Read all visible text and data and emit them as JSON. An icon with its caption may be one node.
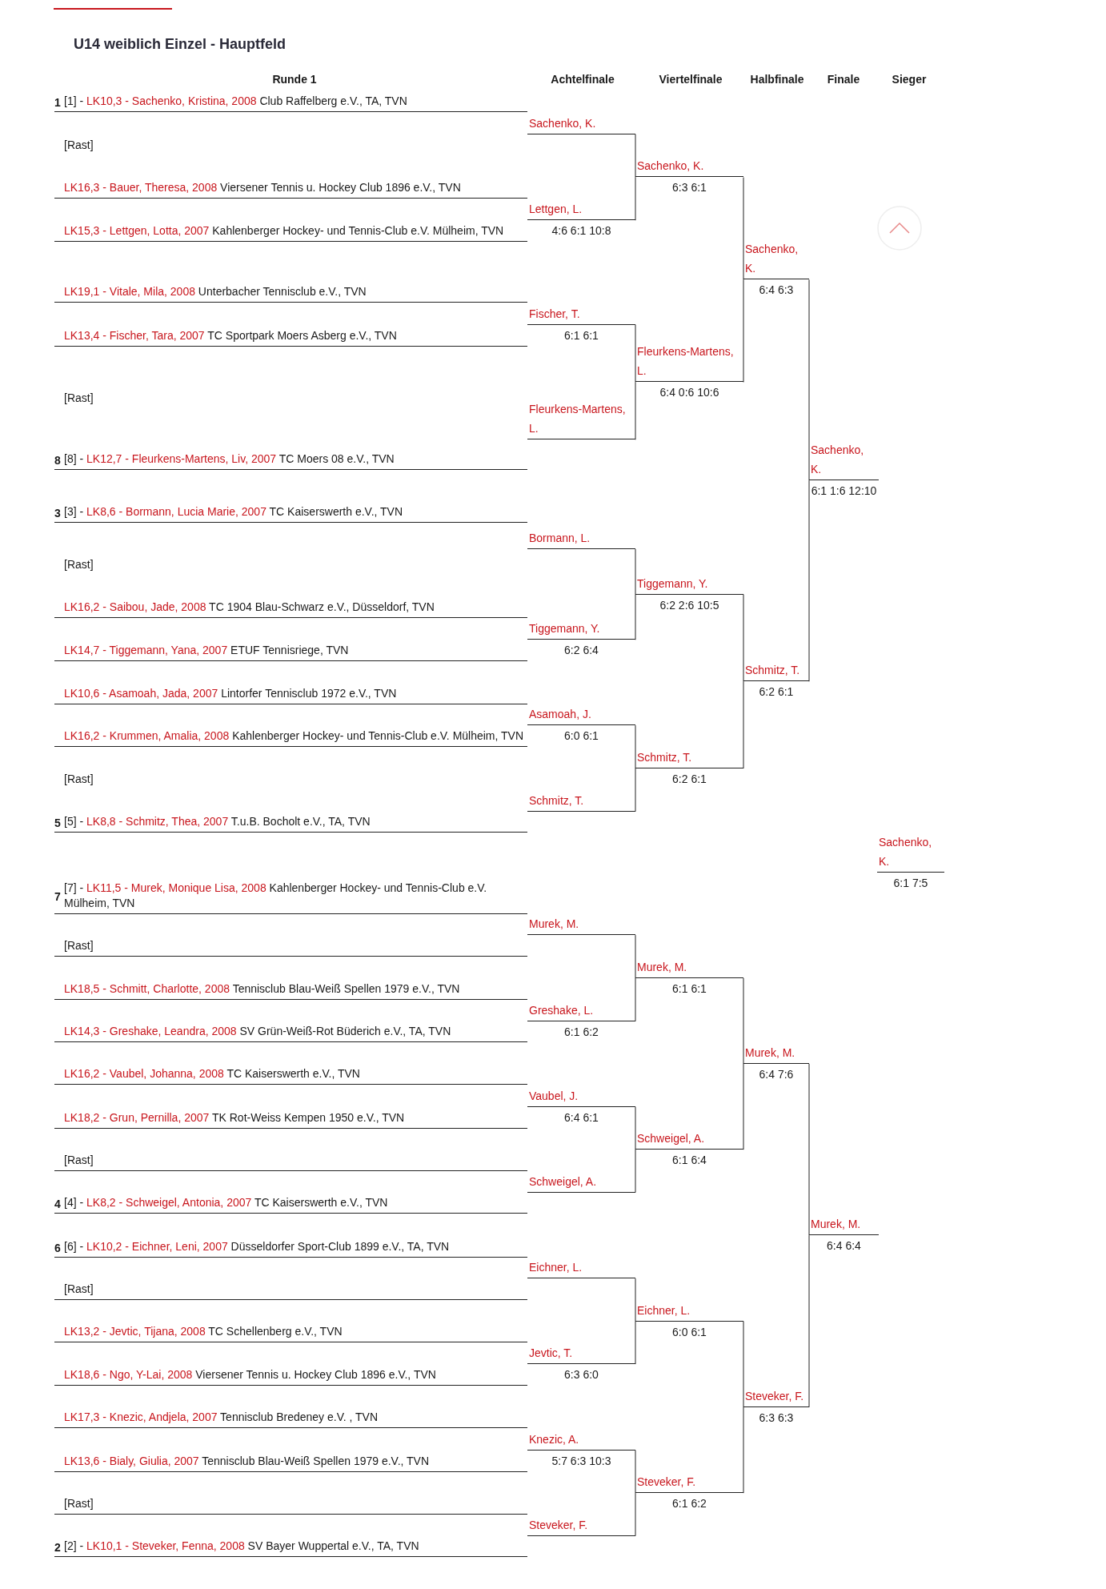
{
  "diagram": {
    "title": "U14 weiblich Einzel - Hauptfeld",
    "nodes": [
      {
        "text": [
          "1",
          "[1] -",
          "LK10,3 - Sachenko, Kristina, 2008",
          "Club Raffelberg e.V., TA, TVN"
        ]
      },
      {
        "text": [
          "[Rast]"
        ]
      },
      {
        "text": [
          "LK16,3 - Bauer, Theresa, 2008",
          "Viersener Tennis u. Hockey Club 1896 e.V., TVN"
        ]
      },
      {
        "text": [
          "LK15,3 - Lettgen, Lotta, 2007",
          "Kahlenberger Hockey- und Tennis-Club e.V. Mülheim, TVN"
        ]
      },
      {
        "text": [
          "LK19,1 - Vitale, Mila, 2008",
          "Unterbacher Tennisclub e.V., TVN"
        ]
      },
      {
        "text": [
          "LK13,4 - Fischer, Tara, 2007",
          "TC Sportpark Moers Asberg e.V., TVN"
        ]
      },
      {
        "text": [
          "[Rast]"
        ]
      },
      {
        "text": [
          "8",
          "[8] -",
          "LK12,7 - Fleurkens-Martens, Liv, 2007",
          "TC Moers 08 e.V., TVN"
        ]
      },
      {
        "text": [
          "3",
          "[3] -",
          "LK8,6 - Bormann, Lucia Marie, 2007",
          "TC Kaiserswerth e.V., TVN"
        ]
      },
      {
        "text": [
          "[Rast]"
        ]
      },
      {
        "text": [
          "LK16,2 - Saibou, Jade, 2008",
          "TC 1904 Blau-Schwarz e.V., Düsseldorf, TVN"
        ]
      },
      {
        "text": [
          "LK14,7 - Tiggemann, Yana, 2007",
          "ETUF Tennisriege, TVN"
        ]
      },
      {
        "text": [
          "LK10,6 - Asamoah, Jada, 2007",
          "Lintorfer Tennisclub 1972 e.V., TVN"
        ]
      },
      {
        "text": [
          "LK16,2 - Krummen, Amalia, 2008",
          "Kahlenberger Hockey- und Tennis-Club e.V. Mülheim, TVN"
        ]
      },
      {
        "text": [
          "[Rast]"
        ]
      },
      {
        "text": [
          "5",
          "[5] -",
          "LK8,8 - Schmitz, Thea, 2007",
          "T.u.B. Bocholt e.V., TA, TVN"
        ]
      },
      {
        "text": [
          "7",
          "[7] -",
          "LK11,5 - Murek, Monique Lisa, 2008",
          "Kahlenberger Hockey- und Tennis-Club e.V. Mülheim, TVN"
        ]
      },
      {
        "text": [
          "[Rast]"
        ]
      },
      {
        "text": [
          "LK18,5 - Schmitt, Charlotte, 2008",
          "Tennisclub Blau-Weiß Spellen 1979 e.V., TVN"
        ]
      },
      {
        "text": [
          "LK14,3 - Greshake, Leandra, 2008",
          "SV Grün-Weiß-Rot Büderich e.V., TA, TVN"
        ]
      },
      {
        "text": [
          "LK16,2 - Vaubel, Johanna, 2008",
          "TC Kaiserswerth e.V., TVN"
        ]
      },
      {
        "text": [
          "LK18,2 - Grun, Pernilla, 2007",
          "TK Rot-Weiss Kempen 1950 e.V., TVN"
        ]
      },
      {
        "text": [
          "[Rast]"
        ]
      },
      {
        "text": [
          "4",
          "[4] -",
          "LK8,2 - Schweigel, Antonia, 2007",
          "TC Kaiserswerth e.V., TVN"
        ]
      },
      {
        "text": [
          "6",
          "[6] -",
          "LK10,2 - Eichner, Leni, 2007",
          "Düsseldorfer Sport-Club 1899 e.V., TA, TVN"
        ]
      },
      {
        "text": [
          "[Rast]"
        ]
      },
      {
        "text": [
          "LK13,2 - Jevtic, Tijana, 2008",
          "TC Schellenberg e.V., TVN"
        ]
      },
      {
        "text": [
          "LK18,6 - Ngo, Y-Lai, 2008",
          "Viersener Tennis u. Hockey Club 1896 e.V., TVN"
        ]
      },
      {
        "text": [
          "LK17,3 - Knezic, Andjela, 2007",
          "Tennisclub Bredeney e.V. , TVN"
        ]
      },
      {
        "text": [
          "LK13,6 - Bialy, Giulia, 2007",
          "Tennisclub Blau-Weiß Spellen 1979 e.V., TVN"
        ]
      },
      {
        "text": [
          "[Rast]"
        ]
      },
      {
        "text": [
          "2",
          "[2] -",
          "LK10,1 - Steveker, Fenna, 2008",
          "SV Bayer Wuppertal e.V., TA, TVN"
        ]
      },
      {
        "text": [
          "Sachenko, K."
        ]
      },
      {
        "text": [
          "Lettgen, L."
        ],
        "beside": [
          "4:6 6:1 10:8"
        ]
      },
      {
        "text": [
          "Fischer, T."
        ],
        "beside": [
          "6:1 6:1"
        ]
      },
      {
        "text": [
          "Fleurkens-Martens, L."
        ]
      },
      {
        "text": [
          "Bormann, L."
        ]
      },
      {
        "text": [
          "Tiggemann, Y."
        ],
        "beside": [
          "6:2 6:4"
        ]
      },
      {
        "text": [
          "Asamoah, J."
        ],
        "beside": [
          "6:0 6:1"
        ]
      },
      {
        "text": [
          "Schmitz, T."
        ]
      },
      {
        "text": [
          "Murek, M."
        ]
      },
      {
        "text": [
          "Greshake, L."
        ],
        "beside": [
          "6:1 6:2"
        ]
      },
      {
        "text": [
          "Vaubel, J."
        ],
        "beside": [
          "6:4 6:1"
        ]
      },
      {
        "text": [
          "Schweigel, A."
        ]
      },
      {
        "text": [
          "Eichner, L."
        ]
      },
      {
        "text": [
          "Jevtic, T."
        ],
        "beside": [
          "6:3 6:0"
        ]
      },
      {
        "text": [
          "Knezic, A."
        ],
        "beside": [
          "5:7 6:3 10:3"
        ]
      },
      {
        "text": [
          "Steveker, F."
        ]
      },
      {
        "text": [
          "Sachenko, K."
        ],
        "beside": [
          "6:3 6:1"
        ]
      },
      {
        "text": [
          "Fleurkens-Martens, L."
        ],
        "beside": [
          "6:4 0:6 10:6"
        ]
      },
      {
        "text": [
          "Tiggemann, Y."
        ],
        "beside": [
          "6:2 2:6 10:5"
        ]
      },
      {
        "text": [
          "Schmitz, T."
        ],
        "beside": [
          "6:2 6:1"
        ]
      },
      {
        "text": [
          "Murek, M."
        ],
        "beside": [
          "6:1 6:1"
        ]
      },
      {
        "text": [
          "Schweigel, A."
        ],
        "beside": [
          "6:1 6:4"
        ]
      },
      {
        "text": [
          "Eichner, L."
        ],
        "beside": [
          "6:0 6:1"
        ]
      },
      {
        "text": [
          "Steveker, F."
        ],
        "beside": [
          "6:1 6:2"
        ]
      },
      {
        "text": [
          "Sachenko, K."
        ],
        "beside": [
          "6:4 6:3"
        ]
      },
      {
        "text": [
          "Schmitz, T."
        ],
        "beside": [
          "6:2 6:1"
        ]
      },
      {
        "text": [
          "Murek, M."
        ],
        "beside": [
          "6:4 7:6"
        ]
      },
      {
        "text": [
          "Steveker, F."
        ],
        "beside": [
          "6:3 6:3"
        ]
      },
      {
        "text": [
          "Sachenko, K."
        ],
        "beside": [
          "6:1 1:6 12:10"
        ]
      },
      {
        "text": [
          "Murek, M."
        ],
        "beside": [
          "6:4 6:4"
        ]
      },
      {
        "text": [
          "Sachenko, K."
        ],
        "beside": [
          "6:1 7:5"
        ]
      }
    ],
    "edges": [
      {
        "from": 32,
        "to": 48,
        "arrow": "none"
      },
      {
        "from": 33,
        "to": 48,
        "arrow": "none"
      },
      {
        "from": 34,
        "to": 49,
        "arrow": "none"
      },
      {
        "from": 35,
        "to": 49,
        "arrow": "none"
      },
      {
        "from": 36,
        "to": 50,
        "arrow": "none"
      },
      {
        "from": 37,
        "to": 50,
        "arrow": "none"
      },
      {
        "from": 38,
        "to": 51,
        "arrow": "none"
      },
      {
        "from": 39,
        "to": 51,
        "arrow": "none"
      },
      {
        "from": 40,
        "to": 52,
        "arrow": "none"
      },
      {
        "from": 41,
        "to": 52,
        "arrow": "none"
      },
      {
        "from": 42,
        "to": 53,
        "arrow": "none"
      },
      {
        "from": 43,
        "to": 53,
        "arrow": "none"
      },
      {
        "from": 44,
        "to": 54,
        "arrow": "none"
      },
      {
        "from": 45,
        "to": 54,
        "arrow": "none"
      },
      {
        "from": 46,
        "to": 55,
        "arrow": "none"
      },
      {
        "from": 47,
        "to": 55,
        "arrow": "none"
      },
      {
        "from": 48,
        "to": 56,
        "arrow": "none"
      },
      {
        "from": 49,
        "to": 56,
        "arrow": "none"
      },
      {
        "from": 50,
        "to": 57,
        "arrow": "none"
      },
      {
        "from": 51,
        "to": 57,
        "arrow": "none"
      },
      {
        "from": 52,
        "to": 58,
        "arrow": "none"
      },
      {
        "from": 53,
        "to": 58,
        "arrow": "none"
      },
      {
        "from": 54,
        "to": 59,
        "arrow": "none"
      },
      {
        "from": 55,
        "to": 59,
        "arrow": "none"
      },
      {
        "from": 56,
        "to": 60,
        "arrow": "none"
      },
      {
        "from": 57,
        "to": 60,
        "arrow": "none"
      },
      {
        "from": 58,
        "to": 61,
        "arrow": "none"
      },
      {
        "from": 59,
        "to": 61,
        "arrow": "none"
      }
    ],
    "labels": [
      "Runde 1",
      "Achtelfinale",
      "Viertelfinale",
      "Halbfinale",
      "Finale",
      "Sieger"
    ]
  }
}
